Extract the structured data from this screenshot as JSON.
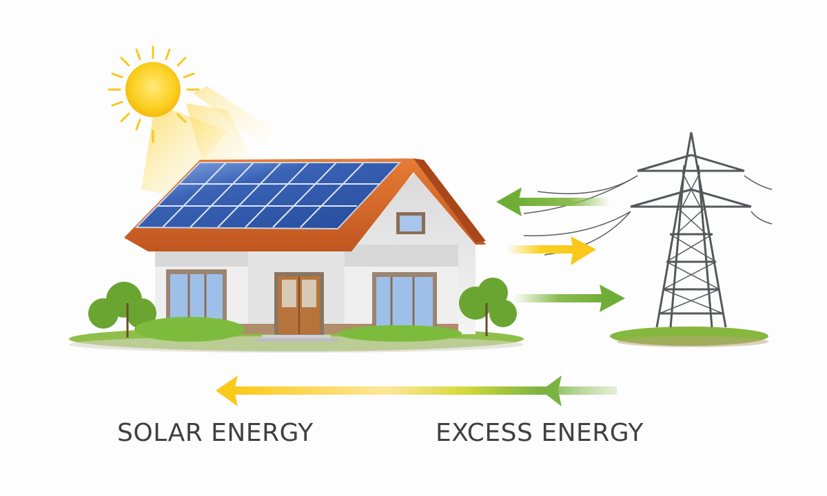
{
  "diagram": {
    "title": "Solar house net metering diagram",
    "labels": {
      "solar": "SOLAR ENERGY",
      "excess": "EXCESS ENERGY"
    },
    "nodes": [
      {
        "id": "sun",
        "name": "Sun"
      },
      {
        "id": "house",
        "name": "House with rooftop solar panels"
      },
      {
        "id": "grid",
        "name": "Power transmission tower"
      }
    ],
    "arrows": [
      {
        "from": "grid",
        "to": "house",
        "color": "#7ab342",
        "direction": "left"
      },
      {
        "from": "house",
        "to": "grid",
        "color": "#f9c81b",
        "direction": "right"
      },
      {
        "from": "house",
        "to": "grid",
        "color": "#7ab342",
        "direction": "right"
      },
      {
        "from": "grid",
        "to": "house",
        "color_start": "#7ab342",
        "color_end": "#f9c81b",
        "direction": "left"
      }
    ],
    "colors": {
      "sun": "#f9c81b",
      "green": "#7ab342",
      "panel": "#2f56a6",
      "roof": "#d9692b",
      "tower": "#55575a",
      "text": "#3f4043"
    }
  }
}
